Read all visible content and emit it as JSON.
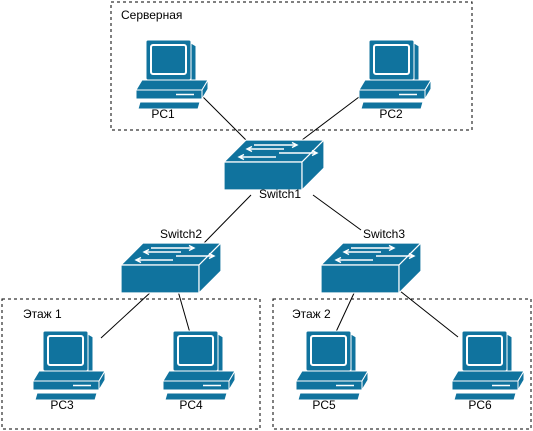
{
  "colors": {
    "device_fill": "#10739e",
    "device_stroke": "#ffffff",
    "screen": "#ffffff",
    "line": "#000000",
    "group_border": "#000000",
    "background": "#ffffff"
  },
  "groups": [
    {
      "id": "server-room",
      "label": "Серверная"
    },
    {
      "id": "floor-1",
      "label": "Этаж 1"
    },
    {
      "id": "floor-2",
      "label": "Этаж 2"
    }
  ],
  "switches": [
    {
      "id": "switch1",
      "label": "Switch1",
      "icon": "network-switch-icon"
    },
    {
      "id": "switch2",
      "label": "Switch2",
      "icon": "network-switch-icon"
    },
    {
      "id": "switch3",
      "label": "Switch3",
      "icon": "network-switch-icon"
    }
  ],
  "pcs": [
    {
      "id": "pc1",
      "label": "PC1",
      "icon": "desktop-pc-icon"
    },
    {
      "id": "pc2",
      "label": "PC2",
      "icon": "desktop-pc-icon"
    },
    {
      "id": "pc3",
      "label": "PC3",
      "icon": "desktop-pc-icon"
    },
    {
      "id": "pc4",
      "label": "PC4",
      "icon": "desktop-pc-icon"
    },
    {
      "id": "pc5",
      "label": "PC5",
      "icon": "desktop-pc-icon"
    },
    {
      "id": "pc6",
      "label": "PC6",
      "icon": "desktop-pc-icon"
    }
  ],
  "links": [
    [
      "pc1",
      "switch1"
    ],
    [
      "pc2",
      "switch1"
    ],
    [
      "switch1",
      "switch2"
    ],
    [
      "switch1",
      "switch3"
    ],
    [
      "switch2",
      "pc3"
    ],
    [
      "switch2",
      "pc4"
    ],
    [
      "switch3",
      "pc5"
    ],
    [
      "switch3",
      "pc6"
    ]
  ]
}
